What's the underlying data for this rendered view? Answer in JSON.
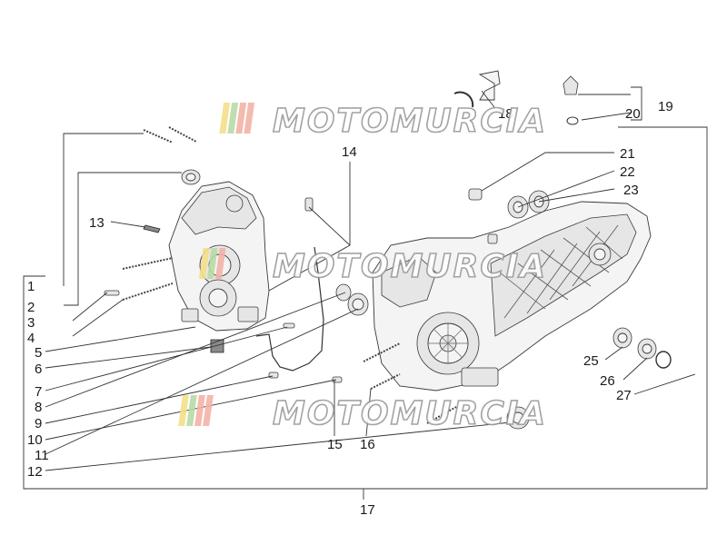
{
  "watermark": {
    "brand": "MOTOMURCIA"
  },
  "callouts": [
    "1",
    "2",
    "3",
    "4",
    "5",
    "6",
    "7",
    "8",
    "9",
    "10",
    "11",
    "12",
    "13",
    "14",
    "15",
    "16",
    "17",
    "18",
    "19",
    "20",
    "21",
    "22",
    "23",
    "25",
    "26",
    "27"
  ],
  "icons": {
    "watermark_logo": "flag-stripes-icon"
  }
}
